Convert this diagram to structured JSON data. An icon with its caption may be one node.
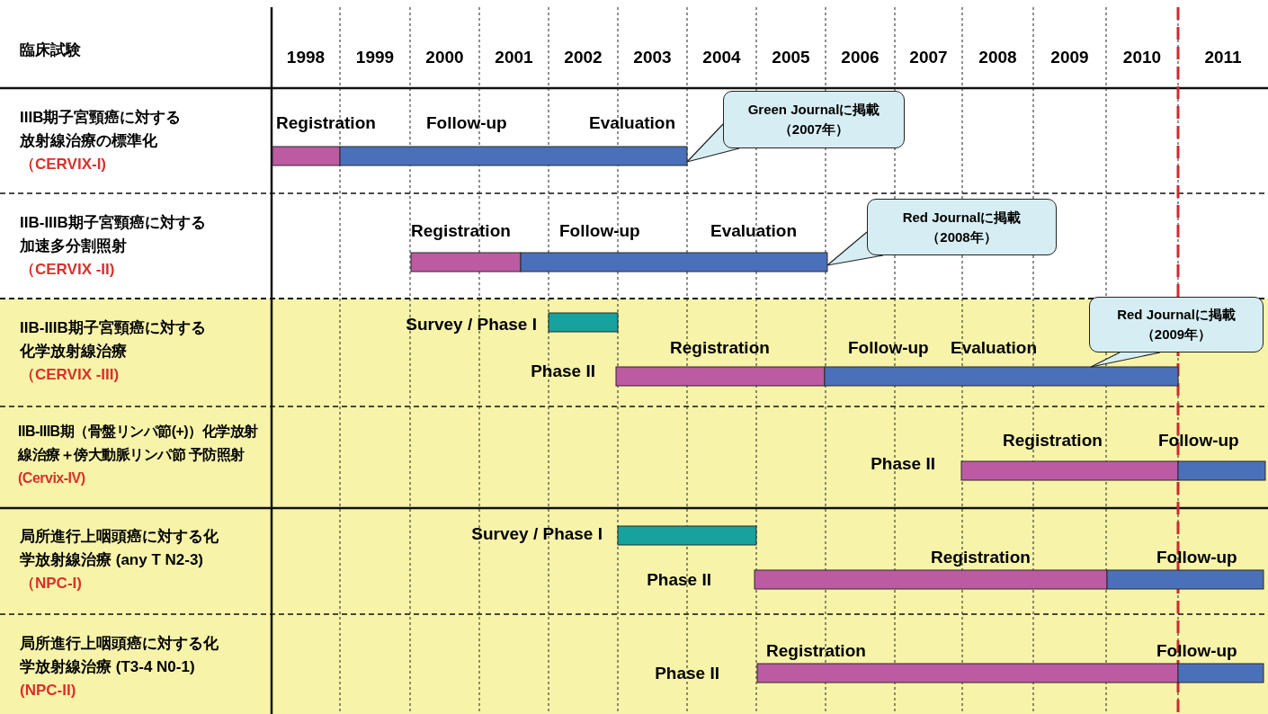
{
  "diagram": {
    "nodes": [
      {
        "text": [
          "IIIB期子宮頸癌に対する放射線治療の標準化",
          "（CERVIX-I)"
        ]
      },
      {
        "text": [],
        "shape": "bar"
      },
      {
        "text": [],
        "shape": "bar"
      },
      {
        "text": [
          "Green Journalに掲載（2007年）"
        ]
      },
      {
        "text": [
          "IIB-IIIB期子宮頸癌に対する加速多分割照射",
          "（CERVIX -II)"
        ]
      },
      {
        "text": [],
        "shape": "bar"
      },
      {
        "text": [],
        "shape": "bar"
      },
      {
        "text": [
          "Red Journalに掲載（2008年）"
        ]
      },
      {
        "text": [
          "IIB-IIIB期子宮頸癌に対する化学放射線治療",
          "（CERVIX -III)"
        ]
      },
      {
        "text": [],
        "shape": "bar"
      },
      {
        "text": [],
        "shape": "bar"
      },
      {
        "text": [],
        "shape": "bar"
      },
      {
        "text": [
          "Red Journalに掲載（2009年）"
        ]
      },
      {
        "text": [
          "IIB-IIIB期（骨盤リンパ節(+)）化学放射線治療＋傍大動脈リンパ節 予防照射",
          "(Cervix-IV)"
        ]
      },
      {
        "text": [],
        "shape": "bar"
      },
      {
        "text": [],
        "shape": "bar"
      },
      {
        "text": [
          "局所進行上咽頭癌に対する化学放射線治療 (any T N2-3)",
          "（NPC-I)"
        ]
      },
      {
        "text": [],
        "shape": "bar"
      },
      {
        "text": [],
        "shape": "bar"
      },
      {
        "text": [],
        "shape": "bar"
      },
      {
        "text": [
          "局所進行上咽頭癌に対する化学放射線治療 (T3-4 N0-1)",
          "(NPC-II)"
        ]
      },
      {
        "text": [],
        "shape": "bar"
      },
      {
        "text": [],
        "shape": "bar"
      }
    ],
    "edges": [
      {
        "from": 3,
        "to": 2,
        "arrow": "none"
      },
      {
        "from": 7,
        "to": 6,
        "arrow": "none"
      },
      {
        "from": 12,
        "to": 11,
        "arrow": "none"
      }
    ],
    "labels": [
      "臨床試験",
      "1998",
      "1999",
      "2000",
      "2001",
      "2002",
      "2003",
      "2004",
      "2005",
      "2006",
      "2007",
      "2008",
      "2009",
      "2010",
      "2011",
      "Registration",
      "Follow-up",
      "Evaluation",
      "Registration",
      "Follow-up",
      "Evaluation",
      "Survey / Phase I",
      "Registration",
      "Follow-up",
      "Evaluation",
      "Phase II",
      "Registration",
      "Follow-up",
      "Phase II",
      "Survey / Phase I",
      "Registration",
      "Follow-up",
      "Phase II",
      "Registration",
      "Follow-up",
      "Phase II"
    ]
  }
}
